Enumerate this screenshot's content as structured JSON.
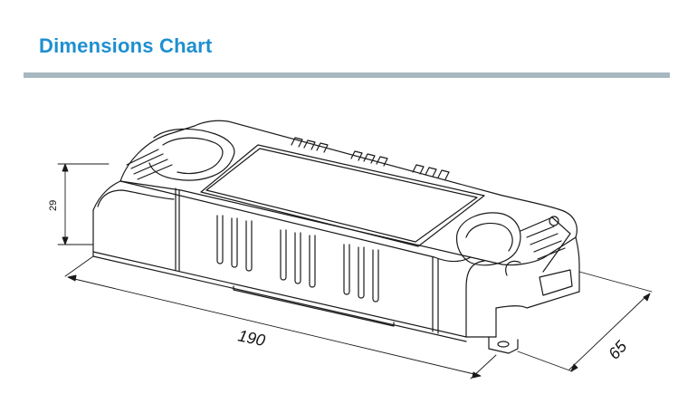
{
  "header": {
    "title": "Dimensions Chart",
    "title_color": "#1e8fd0",
    "rule_color": "#a8b8c0"
  },
  "dimensions": {
    "height": "29",
    "length": "190",
    "width": "65"
  }
}
